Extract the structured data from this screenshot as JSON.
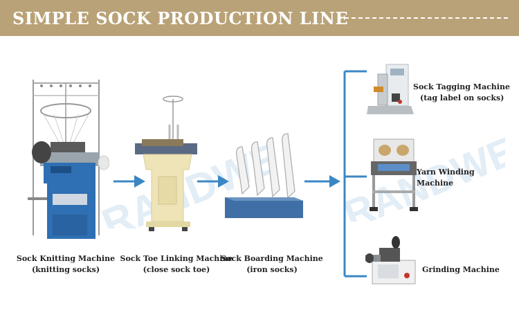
{
  "header": {
    "title": "SIMPLE SOCK PRODUCTION LINE"
  },
  "watermark": "RANDWE",
  "colors": {
    "banner": "#b9a277",
    "arrow": "#3b87c4",
    "machine_blue": "#2f6fb3",
    "machine_cream": "#efe4b8"
  },
  "machines": [
    {
      "name": "Sock Knitting Machine",
      "desc": "(knitting socks)"
    },
    {
      "name": "Sock Toe Linking Machine",
      "desc": "(close sock toe)"
    },
    {
      "name": "Sock Boarding Machine",
      "desc": "(iron socks)"
    }
  ],
  "branch_machines": [
    {
      "name": "Sock Tagging Machine",
      "desc": "(tag label on socks)"
    },
    {
      "name": "Yarn Winding Machine",
      "desc": ""
    },
    {
      "name": "Grinding Machine",
      "desc": ""
    }
  ]
}
